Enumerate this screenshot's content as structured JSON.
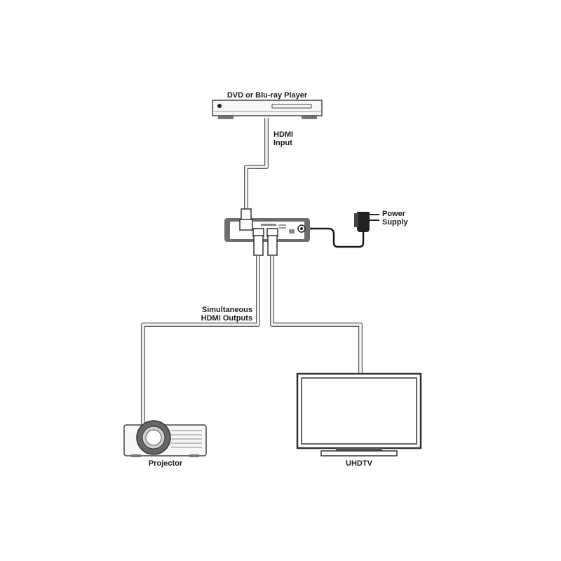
{
  "labels": {
    "source": "DVD or Blu-ray Player",
    "hdmi_input_line1": "HDMI",
    "hdmi_input_line2": "Input",
    "power_line1": "Power",
    "power_line2": "Supply",
    "outputs_line1": "Simultaneous",
    "outputs_line2": "HDMI Outputs",
    "projector": "Projector",
    "uhdtv": "UHDTV"
  },
  "devices": [
    {
      "name": "dvd-player",
      "icon": "dvd-player-icon"
    },
    {
      "name": "hdmi-splitter",
      "icon": "splitter-icon"
    },
    {
      "name": "power-adapter",
      "icon": "power-plug-icon"
    },
    {
      "name": "projector",
      "icon": "projector-icon"
    },
    {
      "name": "uhdtv",
      "icon": "tv-icon"
    }
  ]
}
